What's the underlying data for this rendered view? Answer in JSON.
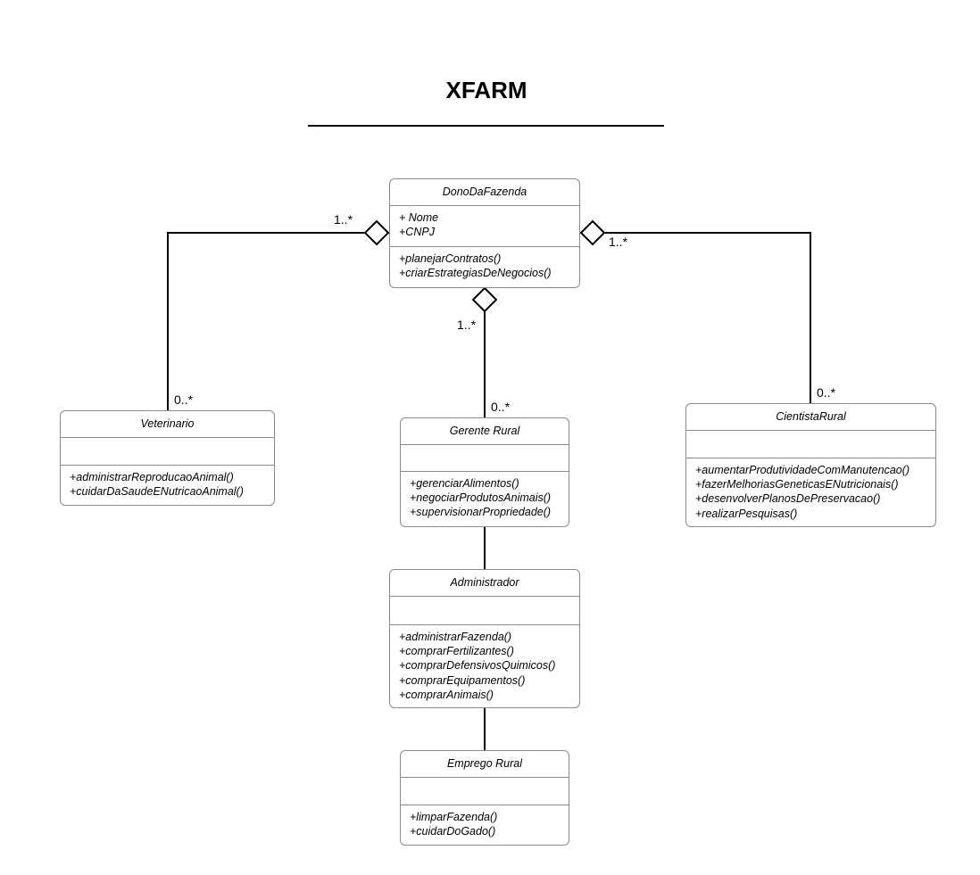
{
  "title": "XFARM",
  "classes": {
    "dono": {
      "name": "DonoDaFazenda",
      "attributes": [
        "+ Nome",
        "+CNPJ"
      ],
      "methods": [
        "+planejarContratos()",
        "+criarEstrategiasDeNegocios()"
      ]
    },
    "veterinario": {
      "name": "Veterinario",
      "attributes": [],
      "methods": [
        "+administrarReproducaoAnimal()",
        "+cuidarDaSaudeENutricaoAnimal()"
      ]
    },
    "gerente": {
      "name": "Gerente Rural",
      "attributes": [],
      "methods": [
        "+gerenciarAlimentos()",
        "+negociarProdutosAnimais()",
        "+supervisionarPropriedade()"
      ]
    },
    "cientista": {
      "name": "CientistaRural",
      "attributes": [],
      "methods": [
        "+aumentarProdutividadeComManutencao()",
        "+fazerMelhoriasGeneticasENutricionais()",
        "+desenvolverPlanosDePreservacao()",
        "+realizarPesquisas()"
      ]
    },
    "administrador": {
      "name": "Administrador",
      "attributes": [],
      "methods": [
        "+administrarFazenda()",
        "+comprarFertilizantes()",
        "+comprarDefensivosQuimicos()",
        "+comprarEquipamentos()",
        "+comprarAnimais()"
      ]
    },
    "emprego": {
      "name": "Emprego Rural",
      "attributes": [],
      "methods": [
        "+limparFazenda()",
        "+cuidarDoGado()"
      ]
    }
  },
  "multiplicities": {
    "dono_vet": "1..*",
    "vet_end": "0..*",
    "dono_cientista": "1..*",
    "cientista_end": "0..*",
    "dono_gerente": "1..*",
    "gerente_end": "0..*"
  }
}
